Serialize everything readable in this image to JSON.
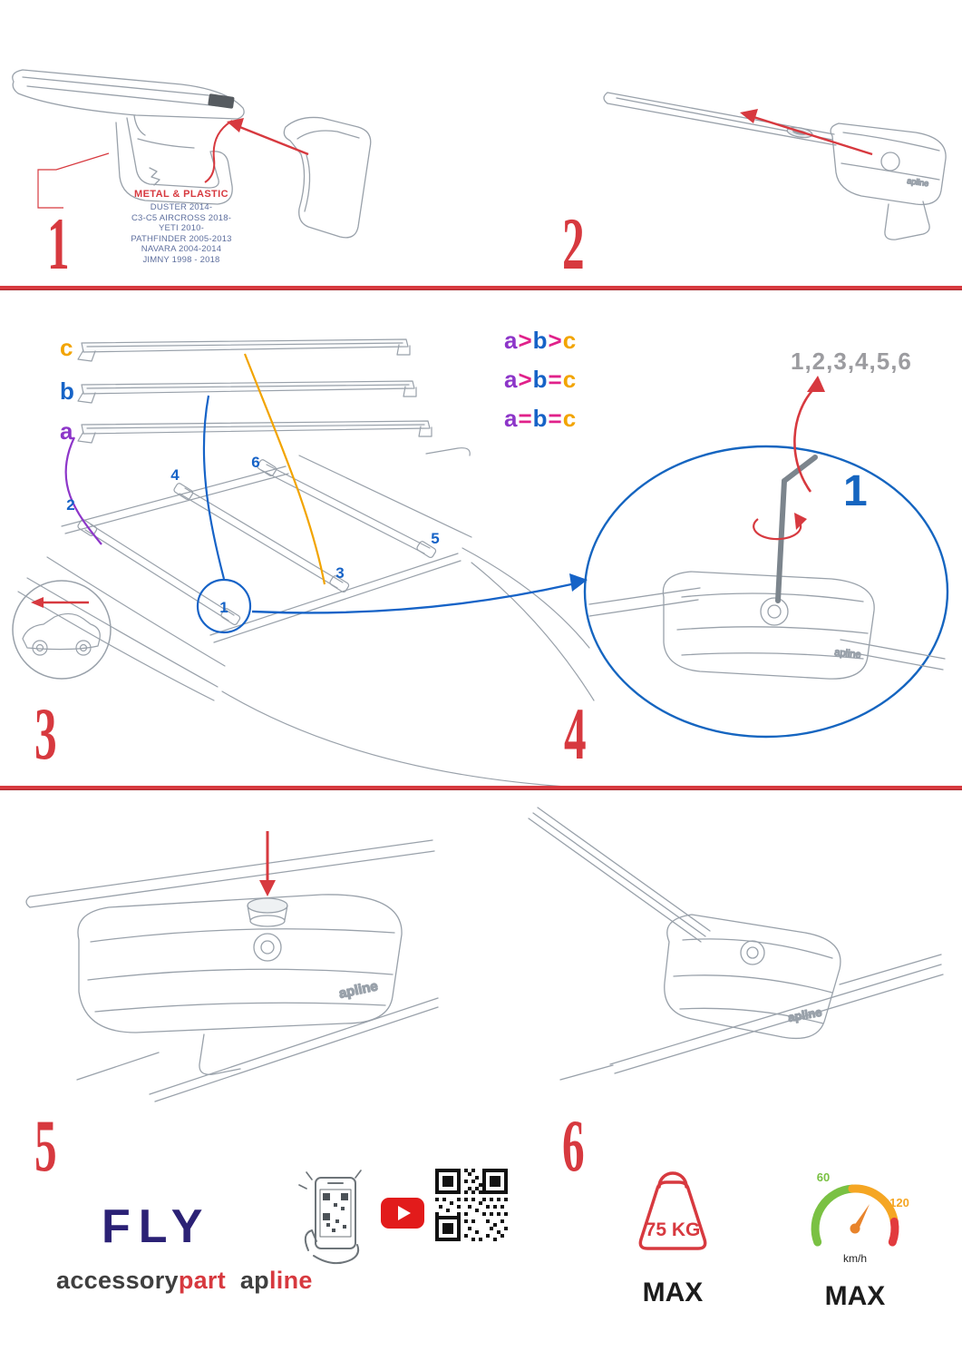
{
  "colors": {
    "accent_red": "#d7393f",
    "blue": "#1663c7",
    "purple": "#8d36c9",
    "orange": "#f2a400",
    "magenta": "#e0218a",
    "navy": "#2b2175",
    "line_gray": "#99a1aa",
    "youtube_red": "#e21b1b",
    "gauge_green": "#7ac143",
    "gauge_orange": "#f5a623",
    "gauge_red": "#e23b3e"
  },
  "steps": {
    "s1": "1",
    "s2": "2",
    "s3": "3",
    "s4": "4",
    "s5": "5",
    "s6": "6"
  },
  "panel1": {
    "material_label": "METAL & PLASTIC",
    "models": [
      "DUSTER 2014-",
      "C3-C5 AIRCROSS 2018-",
      "YETI 2010-",
      "PATHFINDER 2005-2013",
      "NAVARA 2004-2014",
      "JIMNY 1998 - 2018"
    ]
  },
  "panel2": {
    "brand": "apline"
  },
  "panel3": {
    "bar_labels": {
      "c": "c",
      "b": "b",
      "a": "a"
    },
    "legend": [
      [
        "a",
        ">",
        "b",
        ">",
        "c"
      ],
      [
        "a",
        ">",
        "b",
        "=",
        "c"
      ],
      [
        "a",
        "=",
        "b",
        "=",
        "c"
      ]
    ],
    "positions": [
      "1",
      "2",
      "3",
      "4",
      "5",
      "6"
    ]
  },
  "panel4": {
    "sequence": "1,2,3,4,5,6",
    "first_position": "1",
    "brand": "apline"
  },
  "panel5": {
    "brand": "apline"
  },
  "panel6": {
    "brand": "apline"
  },
  "footer": {
    "product": "FLY",
    "brand_accessory": "accessory",
    "brand_part": "part",
    "brand_ap": "ap",
    "brand_line": "line",
    "weight_value": "75 KG",
    "weight_max_label": "MAX",
    "speed_min": "60",
    "speed_high": "120",
    "speed_unit": "km/h",
    "speed_max_label": "MAX"
  }
}
